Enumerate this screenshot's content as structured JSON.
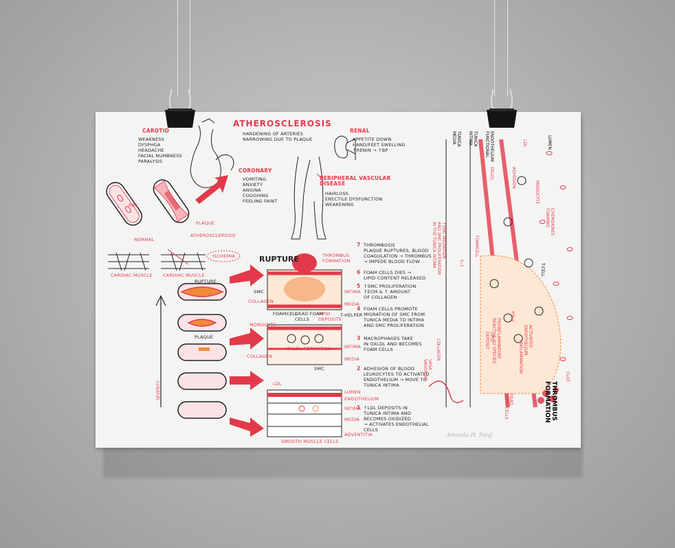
{
  "poster": {
    "title": "ATHEROSCLEROSIS",
    "definition": "HARDENING OF ARTERIES\nNARROWING DUE TO PLAQUE",
    "signature": "Amanda H. Faigl"
  },
  "symptoms": {
    "carotid": {
      "label": "CAROTID",
      "items": "WEAKNESS\nDYSPHGA\nHEADACHE\nFACIAL NUMBNESS\nPARALYSIS"
    },
    "coronary": {
      "label": "CORONARY",
      "items": "VOMITING\nANXIETY\nANGINA\nCOUGHING\nFEELING FAINT"
    },
    "renal": {
      "label": "RENAL",
      "items": "APPETITE DOWN\nHAND/FEET SWELLING\n↑RENIN → ↑BP"
    },
    "peripheral": {
      "label": "PERIPHERAL VASCULAR\nDISEASE",
      "items": "HAIRLOSS\nERECTILE DYSFUNCTION\nWEAKENING"
    }
  },
  "vessel_compare": {
    "rbc": "RBC",
    "plaque": "PLAQUE",
    "normal": "NORMAL",
    "athero": "ATHEROSCLEROSIS",
    "ischemia": "ISCHEMIA",
    "cardiac_muscle_1": "CARDIAC MUSCLE",
    "cardiac_muscle_2": "CARDIAC MUSCLE"
  },
  "progression": {
    "rupture": "RUPTURE",
    "plaque": "PLAQUE",
    "severity": "SEVERITY"
  },
  "cross_section": {
    "rupture_title": "RUPTURE",
    "thrombus": "THROMBUS\nFORMATION",
    "smc": "SMC",
    "collagen": "COLLAGEN",
    "foam_cell": "FOAMCELL",
    "dead_foam": "DEAD FOAM\nCELLS",
    "lipid_deposits": "LIPID\nDEPOSITS",
    "intima": "INTIMA",
    "media": "MEDIA",
    "t_helper": "T-HELPER",
    "monocyte": "MONOCYTE",
    "smc2": "SMC",
    "oxldl": "OXLDL FORMATION",
    "collagen2": "COLLAGEN",
    "intima2": "INTIMA",
    "media2": "MEDIA",
    "ldl": "LDL",
    "lumen": "LUMEN",
    "endothelium": "ENDOTHELIUM",
    "intima3": "INTIMA",
    "media3": "MEDIA",
    "adventitia": "ADVENTITIA",
    "smooth_muscle": "SMOOTH MUSCLE CELLS"
  },
  "steps": [
    {
      "num": "7",
      "text": "THROMBOSIS\nPLAQUE RUPTURES, BLOOD\nCOAGULATION → THROMBUS\n→ IMPEDE BLOOD FLOW"
    },
    {
      "num": "6",
      "text": "FOAM CELLS DIES →\nLIPID CONTENT RELEASED"
    },
    {
      "num": "5",
      "text": "↑SMC PROLIFERATION\n↑ECM & ↑ AMOUNT\nOF COLLAGEN"
    },
    {
      "num": "4",
      "text": "FOAM CELLS PROMOTE\nMIGRATION OF SMC FROM\nTUNICA MEDIA TO INTIMA\nAND SMC PROLIFERATION"
    },
    {
      "num": "3",
      "text": "MACROPHAGES TAKE\nIN OXLDL AND BECOMES\nFOAM CELLS"
    },
    {
      "num": "2",
      "text": "ADHESION OF BLOOD\nLEUKOCYTES TO ACTIVATED\nENDOTHELIUM → MOVE TO\nTUNICA INTIMA"
    },
    {
      "num": "1",
      "text": "↑LDL DEPOSITS IN\nTUNICA INTIMA AND\nBECOMES OXIDIZED\n→ ACTIVATES ENDOTHELIAL\nCELLS"
    }
  ],
  "detail": {
    "lumen": "LUMEN",
    "tunica_media": "TUNICA\nMEDIA",
    "tunica_intima": "TUNICA\nINTIMA",
    "endothelium": "ENDOTHELIUM\nFUNCTIONAL",
    "monocyte": "MONOCYTE",
    "ldl": "LDL",
    "oxldl": "OXLDL",
    "adhesion": "ADHESION",
    "macrophage": "CHEMOKINES\nFOAMING",
    "t_cell": "T-CELL",
    "foam_cell": "FOAMCELL",
    "il1": "IL-1",
    "smc_note": "↑SMC MIGRATION\nAND SMC PROLIFERATION\nIN THE TUNICA INTIMA",
    "ifn": "IFN-γ",
    "collagen": "COLLAGEN",
    "lipid": "LIPID\nDEPOSIT",
    "proinflam": "PROINFLAMMATORY\nREACTIVE O2 SPECIES",
    "inflammation": "↑INFLAMMATION",
    "activated": "ACTIVATED\nENDOTHELIUM",
    "vasa": "VASA\nVASORUM",
    "thrombus": "THROMBUS\nFORMATION",
    "clot": "CLOT",
    "dead_cells": "DEAD\nFOAM CELLS"
  },
  "colors": {
    "accent": "#e23a4a",
    "orange": "#f08a3c",
    "ink": "#222222",
    "paper": "#f4f4f3"
  }
}
